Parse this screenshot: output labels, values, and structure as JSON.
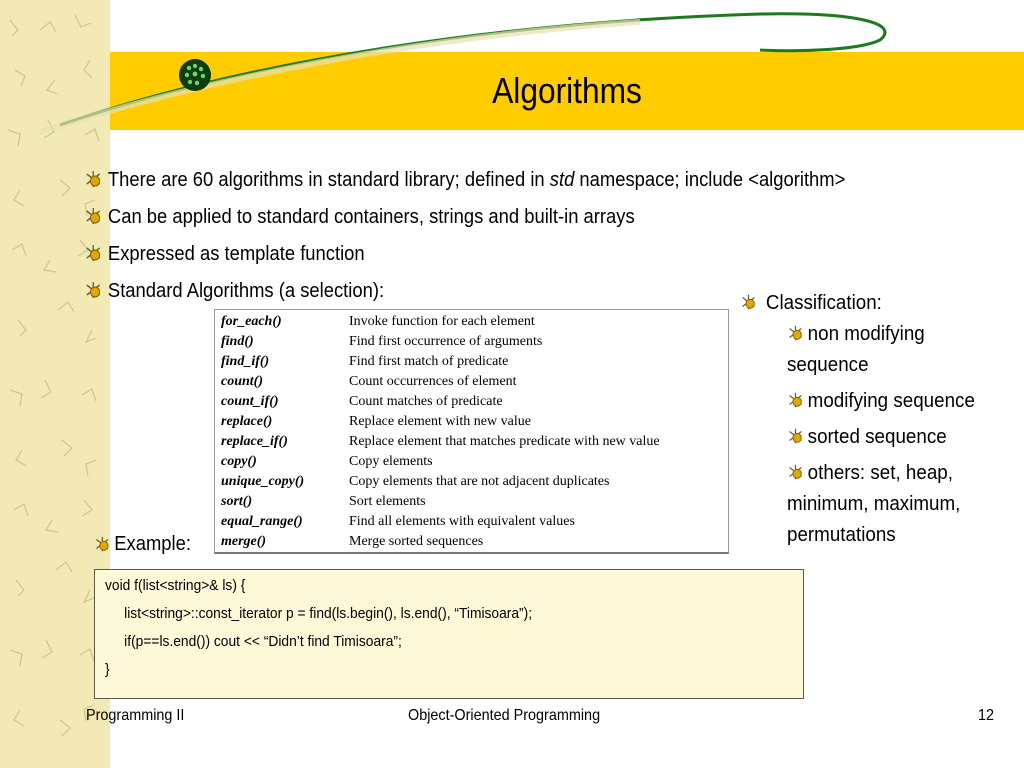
{
  "slide": {
    "title": "Algorithms",
    "bullets": [
      {
        "pre": "There are 60 algorithms in standard library; defined in ",
        "em": "std",
        "post": " namespace; include <algorithm>"
      },
      {
        "text": "Can be applied to standard containers, strings and built-in arrays"
      },
      {
        "text": "Expressed as template function"
      },
      {
        "text": "Standard Algorithms (a selection):"
      }
    ],
    "table_rows": [
      [
        "for_each()",
        "Invoke function for each element"
      ],
      [
        "find()",
        "Find first occurrence of arguments"
      ],
      [
        "find_if()",
        "Find first match of predicate"
      ],
      [
        "count()",
        "Count occurrences of element"
      ],
      [
        "count_if()",
        "Count matches of predicate"
      ],
      [
        "replace()",
        "Replace element with new value"
      ],
      [
        "replace_if()",
        "Replace element that matches predicate with new value"
      ],
      [
        "copy()",
        "Copy elements"
      ],
      [
        "unique_copy()",
        "Copy elements that are not adjacent duplicates"
      ],
      [
        "sort()",
        "Sort elements"
      ],
      [
        "equal_range()",
        "Find all elements with equivalent values"
      ],
      [
        "merge()",
        "Merge sorted sequences"
      ]
    ],
    "classification": {
      "heading": "Classification:",
      "items": [
        "non modifying sequence",
        "modifying sequence",
        "sorted sequence",
        "others: set, heap, minimum, maximum, permutations"
      ]
    },
    "example_label": "Example:",
    "code_lines": [
      "void f(list<string>& ls) {",
      "     list<string>::const_iterator p = find(ls.begin(), ls.end(), “Timisoara”);",
      "     if(p==ls.end()) cout << “Didn’t find Timisoara”;",
      "}"
    ],
    "footer": {
      "left": "Programming II",
      "center": "Object-Oriented Programming",
      "page": "12"
    },
    "colors": {
      "title_band": "#ffcc00",
      "side_band": "#f2e9b4",
      "swoosh": "#1e7a1e",
      "code_bg": "#fdf8d8"
    },
    "icons": {
      "bullet": "star-bullet-icon",
      "logo": "globe-icon"
    }
  }
}
